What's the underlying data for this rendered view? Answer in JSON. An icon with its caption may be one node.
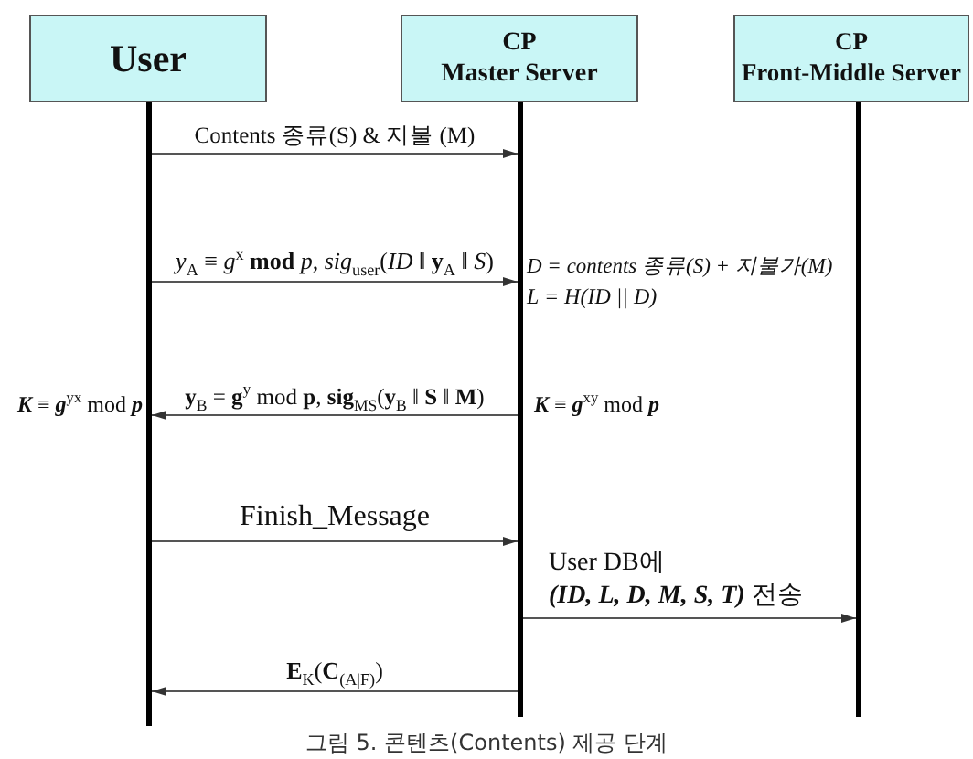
{
  "diagram": {
    "caption": "그림 5. 콘텐츠(Contents) 제공 단계",
    "nodes": [
      {
        "text": [
          "User"
        ]
      },
      {
        "text": [
          "CP Master Server"
        ]
      },
      {
        "text": [
          "CP Front-Middle Server"
        ]
      },
      {
        "text": [],
        "shape": "bar"
      },
      {
        "text": [],
        "shape": "bar"
      },
      {
        "text": [],
        "shape": "bar"
      }
    ],
    "edges": [
      {
        "from": 3,
        "to": 4,
        "arrow": "to",
        "label": "Contents 종류(S) & 지불 (M)"
      },
      {
        "from": 3,
        "to": 4,
        "arrow": "to",
        "label": "*y*$_{A}$ ≡ *g*$^{x}$ **mod** *p*, *sig*$_{user}$(*ID* ‖ **y**$_{A}$ ‖ *S*)"
      },
      {
        "from": 4,
        "to": 3,
        "arrow": "to",
        "label": "**y**$_{B}$ = **g**$^{y}$ mod **p**, **sig**$_{MS}$(**y**$_{B}$ ‖ **S** ‖ **M**)"
      },
      {
        "from": 3,
        "to": 4,
        "arrow": "to",
        "label": "Finish_Message"
      },
      {
        "from": 4,
        "to": 5,
        "arrow": "to",
        "label": "User DB에 **(ID, L, D, M, S, T)** 전송"
      },
      {
        "from": 4,
        "to": 3,
        "arrow": "to",
        "label": "**E**$_{K}$(**C**$_{(A|F)}$)"
      }
    ],
    "labels": [
      "D = contents 종류(S) + 지불가(M)",
      "L = H(ID || D)",
      "**K** ≡ **g**$^{yx}$ mod **p**",
      "**K** ≡ **g**$^{xy}$ mod **p**"
    ]
  }
}
